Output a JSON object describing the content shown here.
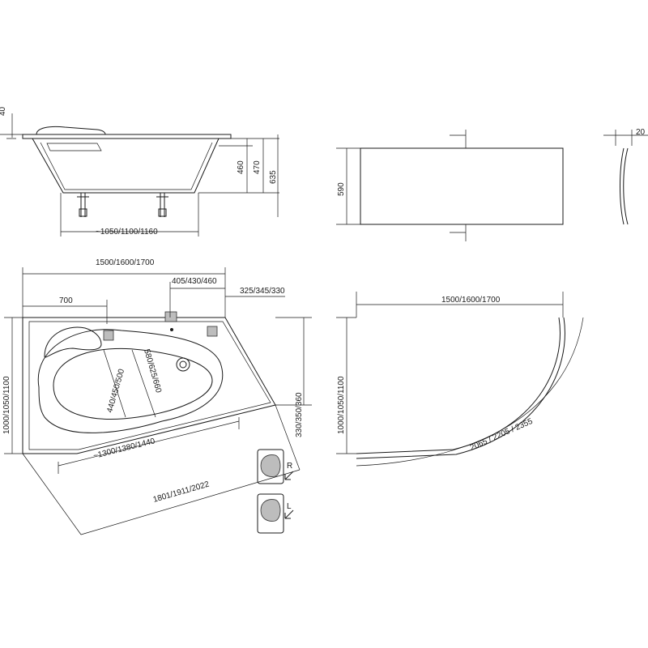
{
  "dims": {
    "rim_height": "40",
    "height_460": "460",
    "height_470": "470",
    "height_635": "635",
    "side_width": "~1050/1100/1160",
    "panel_height": "590",
    "panel_thickness": "20",
    "top_length": "1500/1600/1700",
    "drain_offset": "405/430/460",
    "valve_offset": "325/345/330",
    "left_offset": "700",
    "left_height": "1000/1050/1100",
    "inner_width": "440/450/500",
    "inner_length": "580/625/660",
    "bottom_length": "~1300/1380/1440",
    "diagonal": "1801/1911/2022",
    "right_height": "330/350/360",
    "panel_length": "1500/1600/1700",
    "panel_height_right": "1000/1050/1100",
    "panel_arc": "2065 / 2205 / 2355"
  },
  "orientation": {
    "right_label": "R",
    "left_label": "L"
  }
}
